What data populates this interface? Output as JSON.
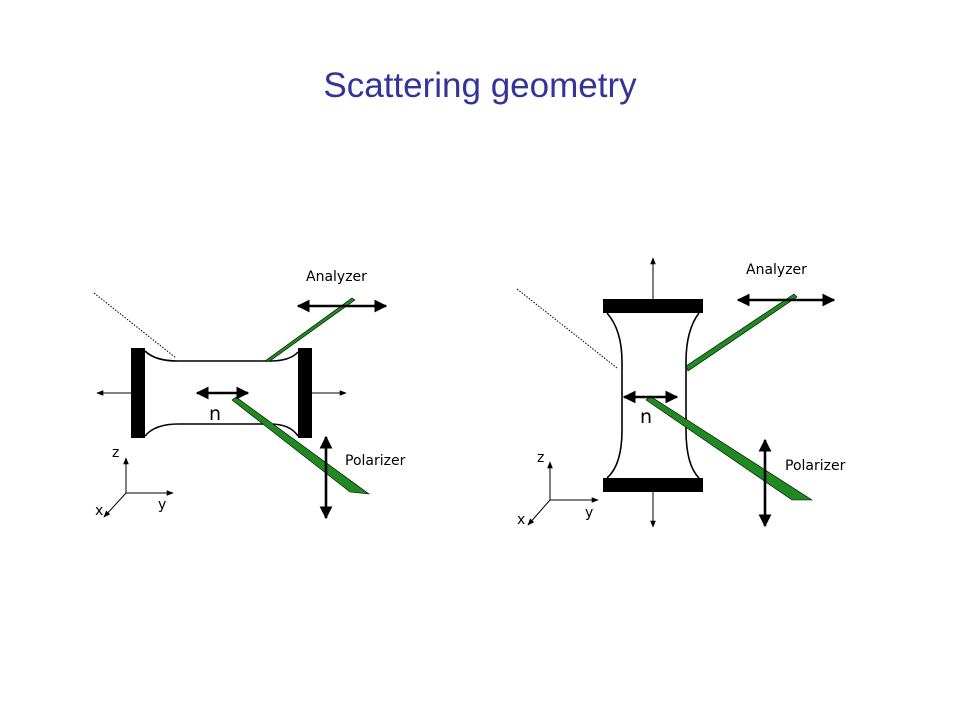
{
  "title": "Scattering geometry",
  "diagram_left": {
    "analyzer_label": "Analyzer",
    "polarizer_label": "Polarizer",
    "director_label": "n",
    "axes": {
      "z": "z",
      "y": "y",
      "x": "x"
    }
  },
  "diagram_right": {
    "analyzer_label": "Analyzer",
    "polarizer_label": "Polarizer",
    "director_label": "n",
    "axes": {
      "z": "z",
      "y": "y",
      "x": "x"
    }
  },
  "colors": {
    "title": "#333399",
    "beam": "#1f8a1f",
    "ink": "#000000"
  }
}
